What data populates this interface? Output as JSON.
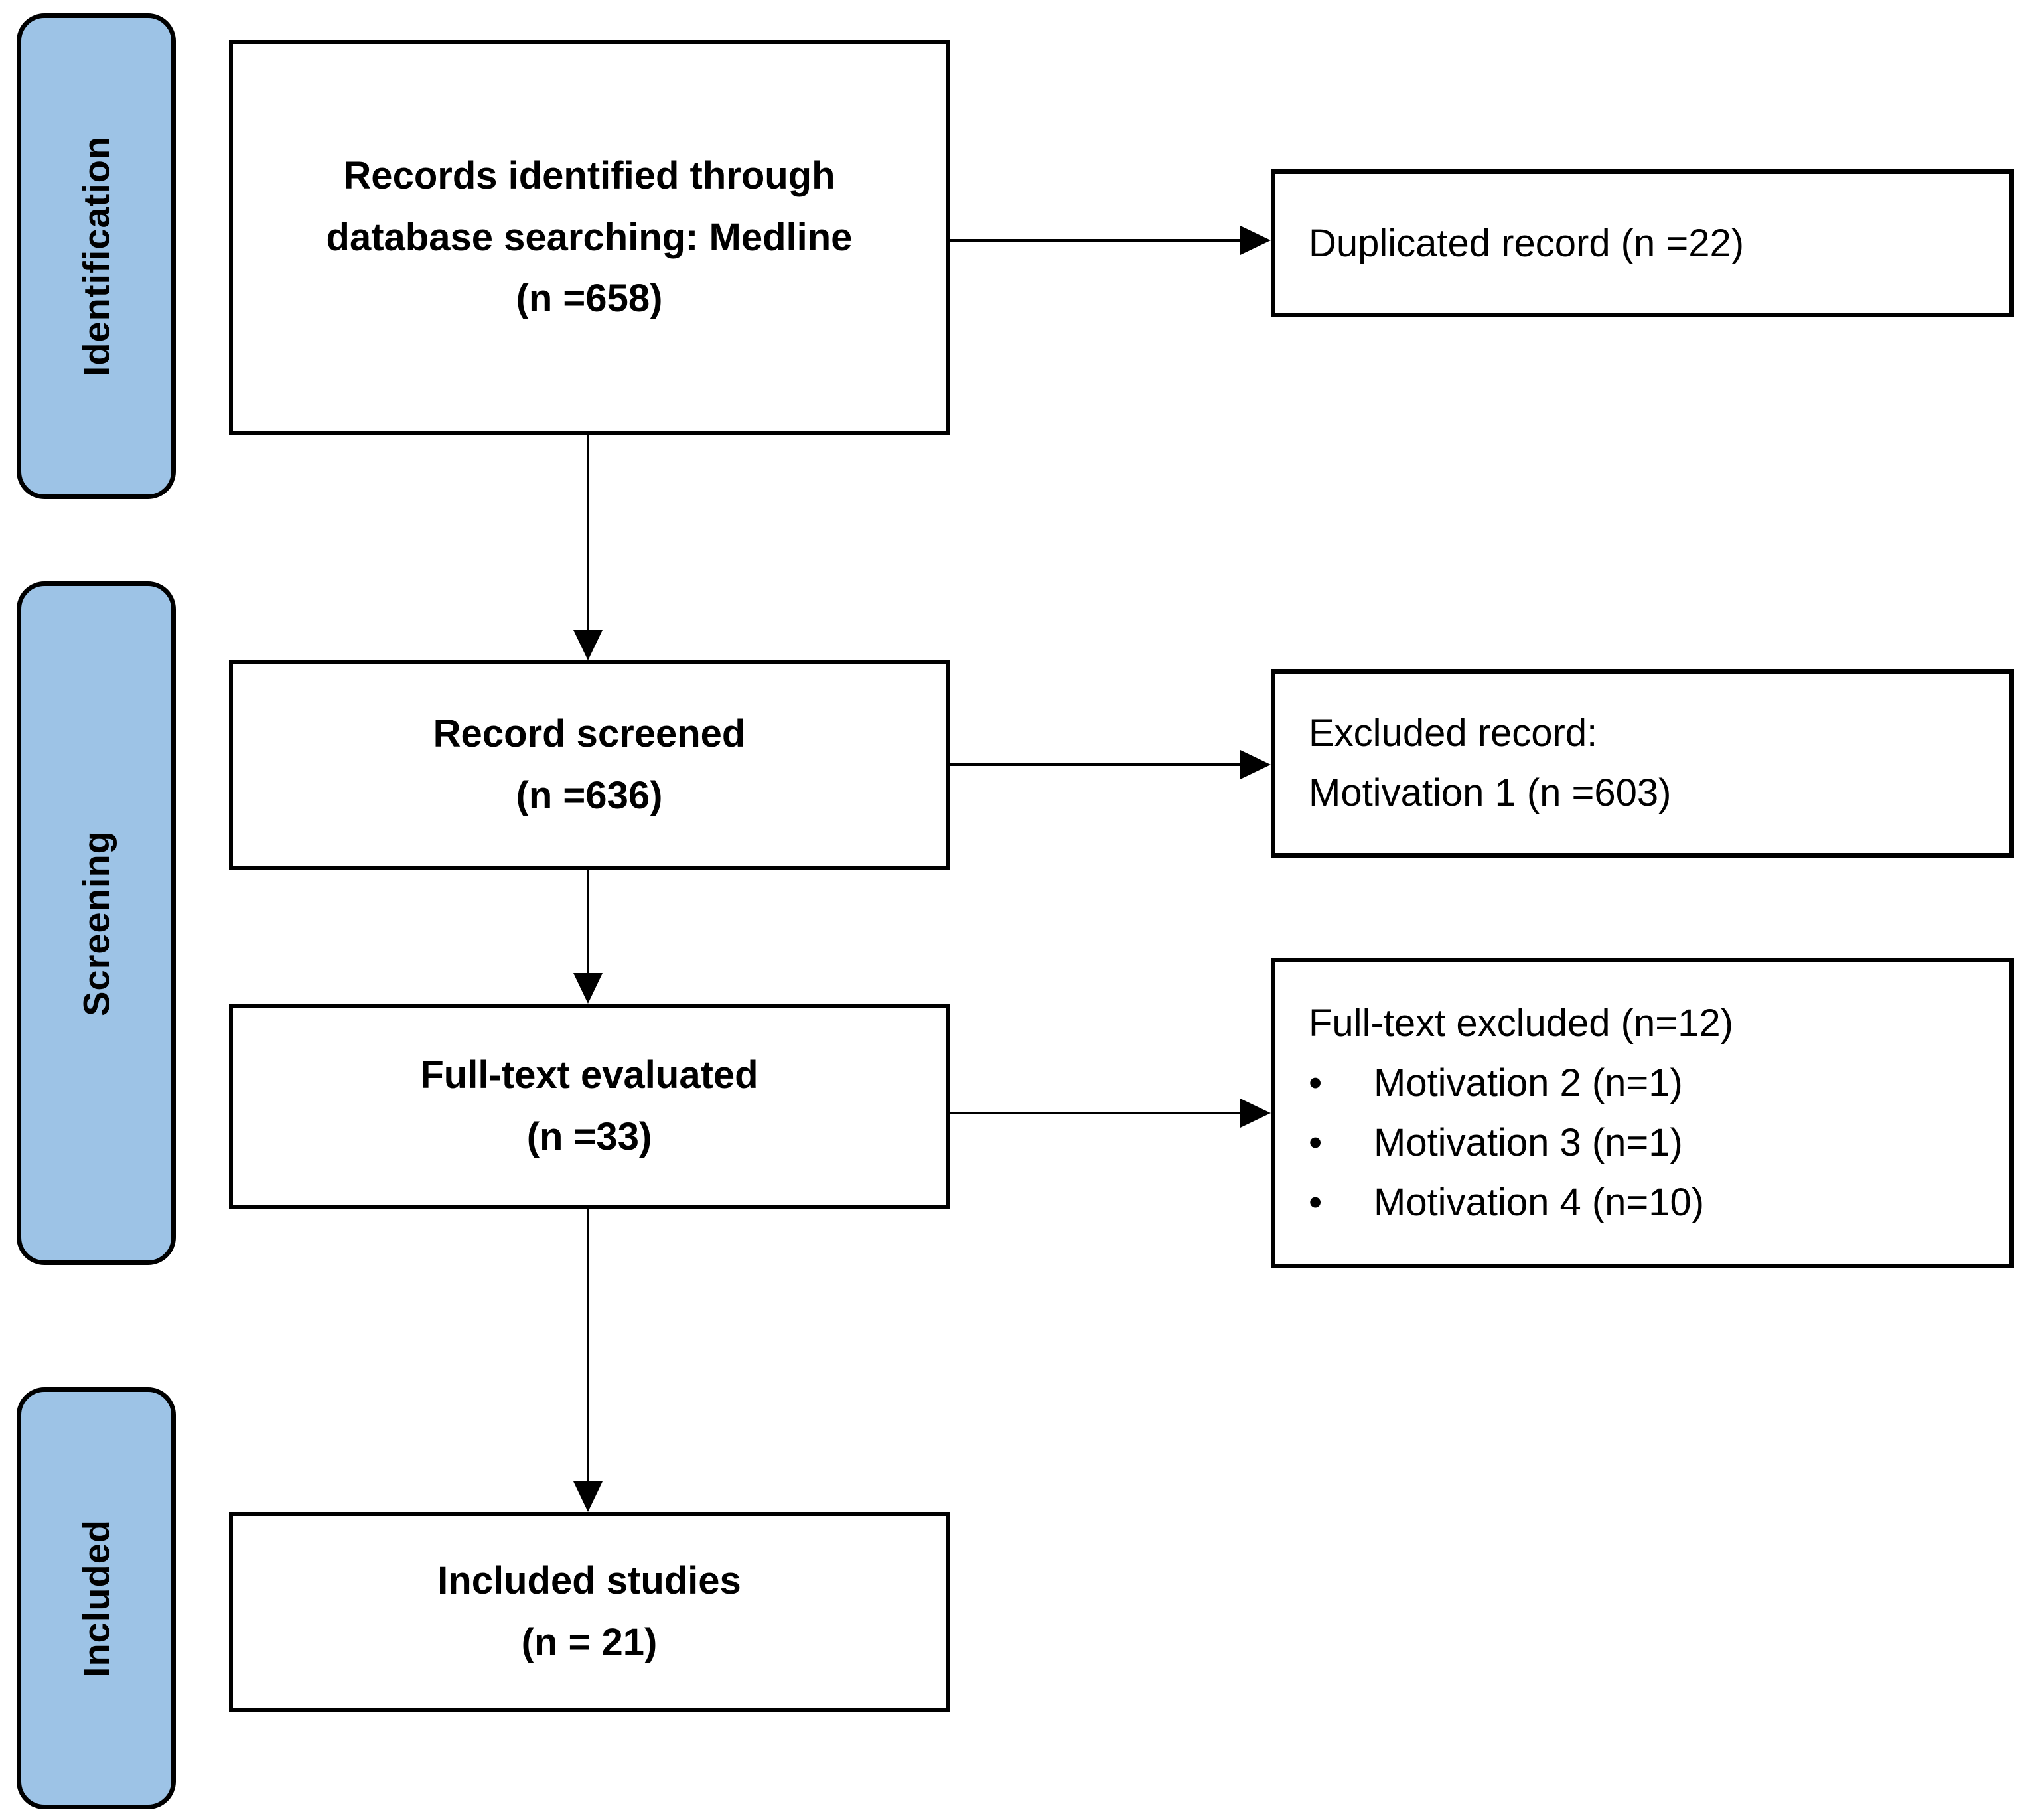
{
  "stages": [
    {
      "id": "identification",
      "label": "Identification"
    },
    {
      "id": "screening",
      "label": "Screening"
    },
    {
      "id": "included",
      "label": "Included"
    }
  ],
  "flow_boxes": [
    {
      "id": "records-identified",
      "lines": [
        "Records identified through",
        "database searching: Medline",
        "(n =658)"
      ]
    },
    {
      "id": "record-screened",
      "lines": [
        "Record screened",
        "(n =636)"
      ]
    },
    {
      "id": "fulltext-evaluated",
      "lines": [
        "Full-text evaluated",
        "(n =33)"
      ]
    },
    {
      "id": "included-studies",
      "lines": [
        "Included studies",
        "(n = 21)"
      ]
    }
  ],
  "side_boxes": [
    {
      "id": "duplicated",
      "lines": [
        "Duplicated record (n =22)"
      ]
    },
    {
      "id": "excluded-record",
      "lines": [
        "Excluded record:",
        "Motivation 1 (n =603)"
      ]
    },
    {
      "id": "fulltext-excluded",
      "title": "Full-text excluded (n=12)",
      "bullets": [
        "Motivation 2 (n=1)",
        "Motivation 3 (n=1)",
        "Motivation 4 (n=10)"
      ]
    }
  ],
  "glyphs": {
    "bullet": "•"
  },
  "colors": {
    "stage_fill": "#9DC3E6",
    "stroke": "#000000",
    "text": "#000000",
    "background": "#FFFFFF"
  }
}
